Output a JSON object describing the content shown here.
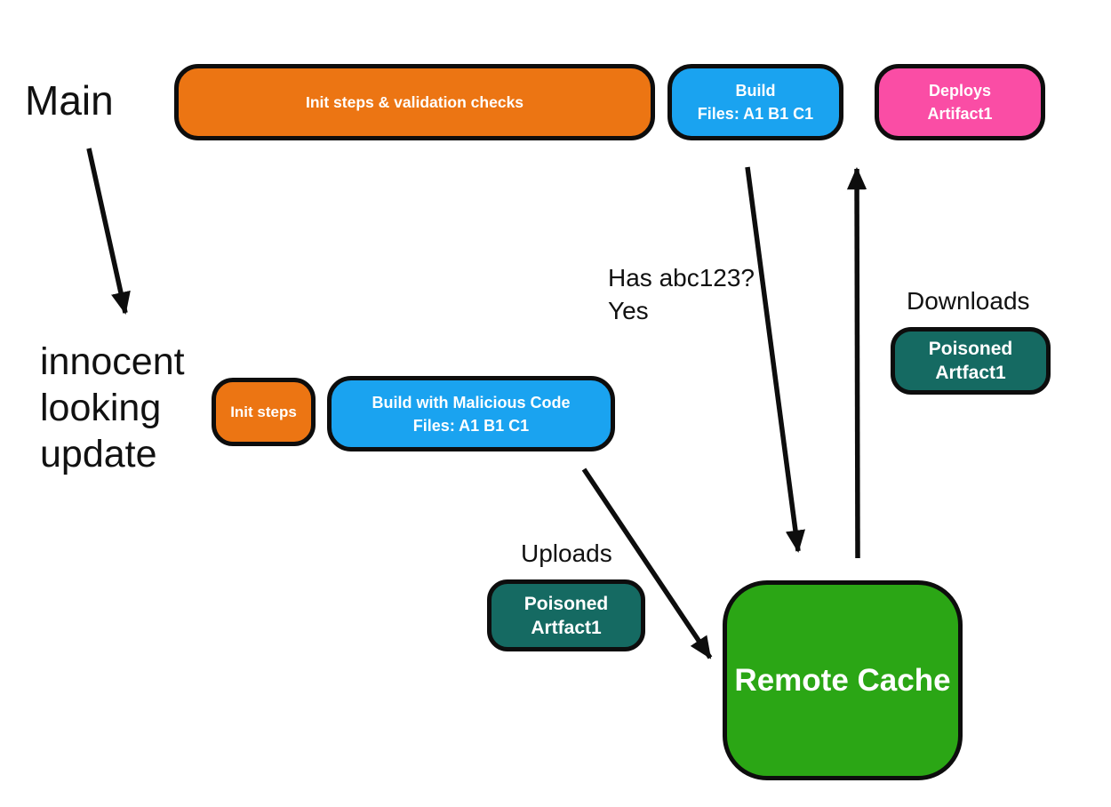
{
  "labels": {
    "main": "Main",
    "innocent_update": "innocent looking update",
    "has_abc": "Has abc123?\nYes",
    "downloads": "Downloads",
    "uploads": "Uploads"
  },
  "nodes": {
    "init_validation": {
      "label": "Init steps & validation checks",
      "color": "#EC7513"
    },
    "build": {
      "label": "Build\nFiles: A1 B1 C1",
      "color": "#1AA3F0"
    },
    "deploys": {
      "label": "Deploys\nArtifact1",
      "color": "#FA4DA5"
    },
    "init_steps": {
      "label": "Init steps",
      "color": "#EC7513"
    },
    "build_malicious": {
      "label": "Build with Malicious Code\nFiles: A1 B1 C1",
      "color": "#1AA3F0"
    },
    "poisoned_download": {
      "label": "Poisoned\nArtfact1",
      "color": "#156A62"
    },
    "poisoned_upload": {
      "label": "Poisoned\nArtfact1",
      "color": "#156A62"
    },
    "remote_cache": {
      "label": "Remote Cache",
      "color": "#2BA615"
    }
  },
  "colors": {
    "orange": "#EC7513",
    "blue": "#1AA3F0",
    "pink": "#FA4DA5",
    "teal": "#156A62",
    "green": "#2BA615",
    "line": "#0d0d0d"
  }
}
